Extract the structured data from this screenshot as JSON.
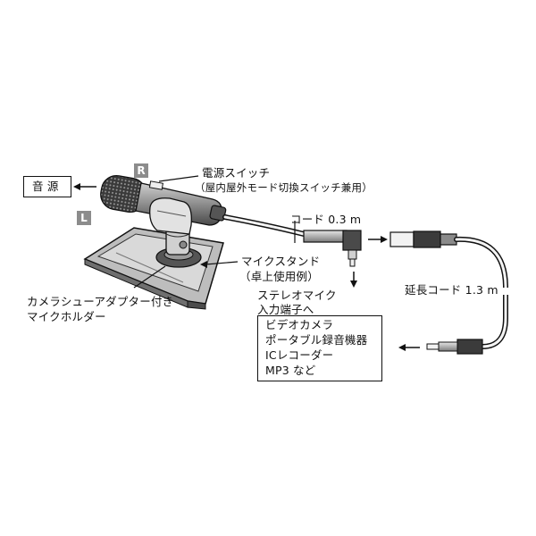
{
  "badges": {
    "right": "R",
    "left": "L"
  },
  "labels": {
    "sound_source": "音 源",
    "power_switch": "電源スイッチ",
    "power_switch_sub": "（屋内屋外モード切換スイッチ兼用）",
    "cord_short": "コード 0.3 m",
    "mic_stand": "マイクスタンド",
    "mic_stand_sub": "（卓上使用例）",
    "stereo_mic": "ステレオマイク",
    "input_terminal": "入力端子へ",
    "ext_cord": "延長コード 1.3 m",
    "holder_line1": "カメラシューアダプター付き",
    "holder_line2": "マイクホルダー"
  },
  "devices": [
    "ビデオカメラ",
    "ポータブル録音機器",
    "ICレコーダー",
    "MP3 など"
  ],
  "colors": {
    "badge": "#8c8c8c",
    "line": "#111111"
  }
}
